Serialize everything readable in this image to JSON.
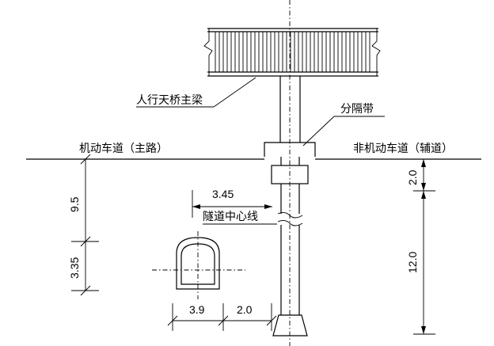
{
  "labels": {
    "bridge_beam": "人行天桥主梁",
    "divider": "分隔带",
    "main_road": "机动车道（主路）",
    "aux_road": "非机动车道（辅道）",
    "tunnel_centerline": "隧道中心线"
  },
  "dimensions": {
    "offset_to_pier": "3.45",
    "upper_depth": "9.5",
    "lower_depth": "3.35",
    "tunnel_width": "3.9",
    "clearance": "2.0",
    "top_layer": "2.0",
    "pier_depth": "12.0"
  }
}
